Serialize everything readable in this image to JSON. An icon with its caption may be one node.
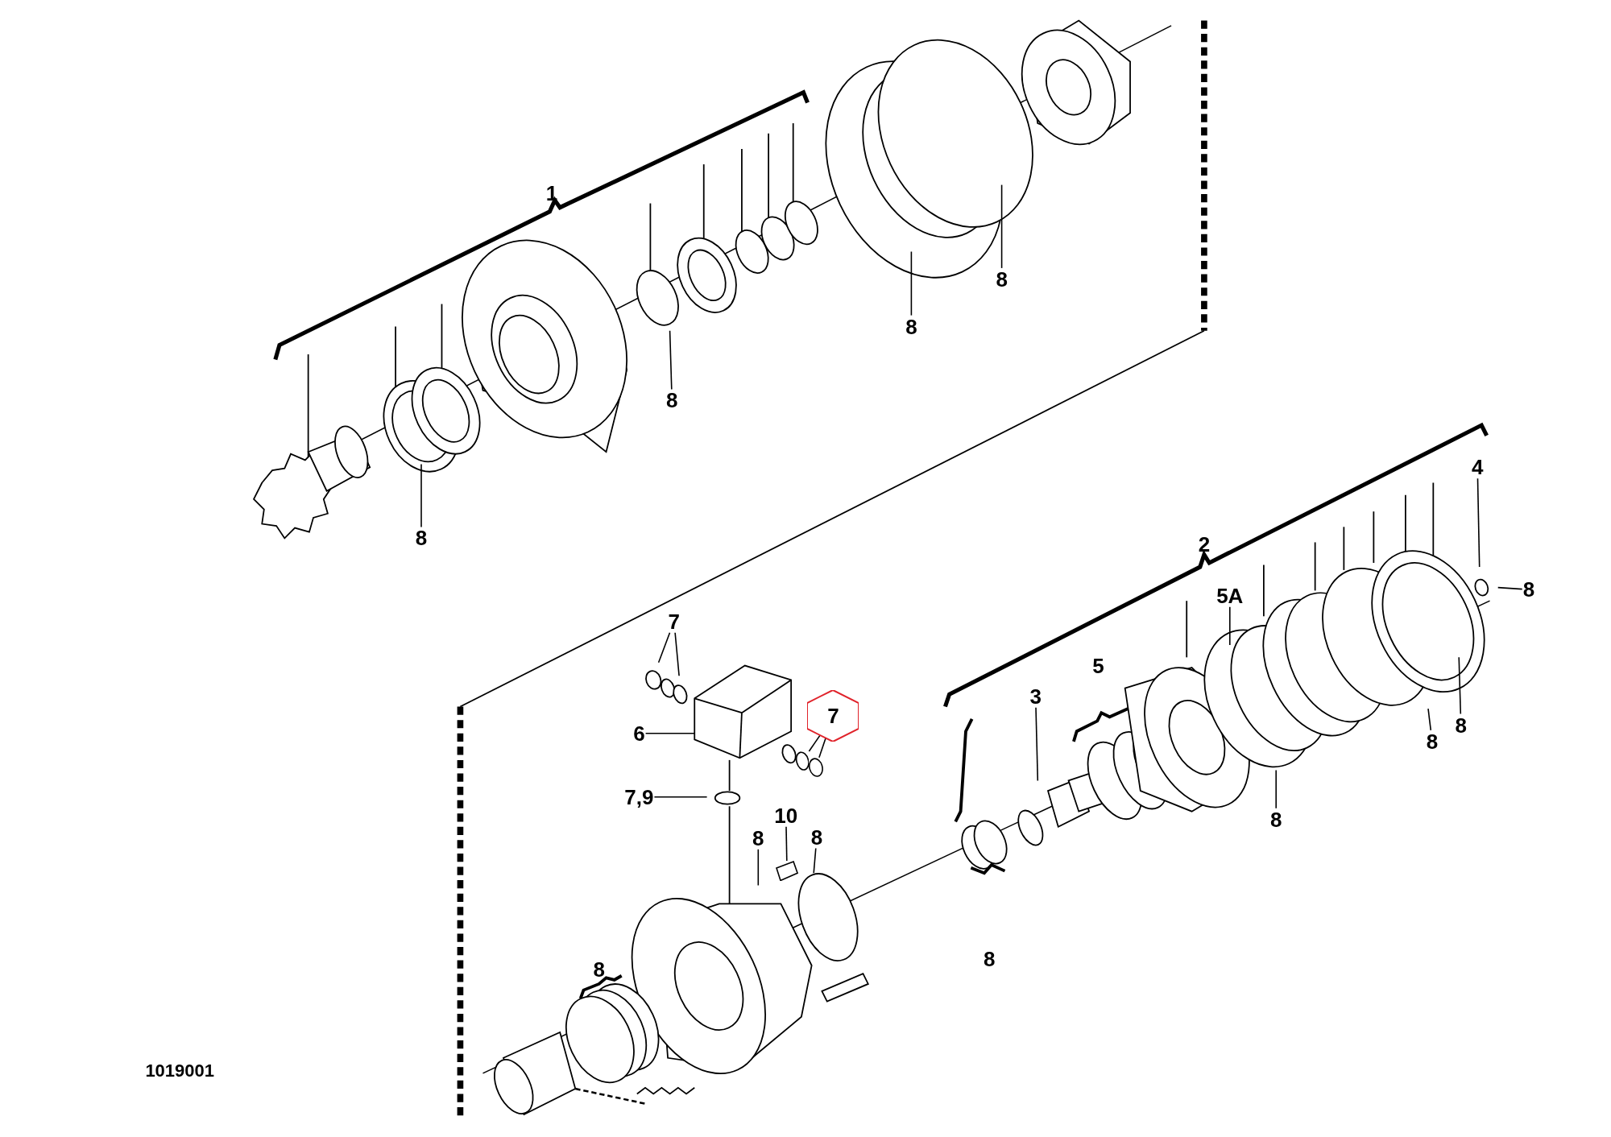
{
  "diagram": {
    "nodes": [
      {
        "text": [
          "8"
        ]
      },
      {
        "text": [
          "8"
        ]
      },
      {
        "text": [
          "8"
        ]
      },
      {
        "text": [
          "8"
        ]
      },
      {
        "text": [
          "4"
        ]
      },
      {
        "text": [
          "5A"
        ]
      },
      {
        "text": [
          "8"
        ]
      },
      {
        "text": [
          "7"
        ]
      },
      {
        "text": [
          "3"
        ]
      },
      {
        "text": [
          "7"
        ]
      },
      {
        "text": [
          "6"
        ]
      },
      {
        "text": [
          "8"
        ]
      },
      {
        "text": [
          "8"
        ]
      },
      {
        "text": [
          "7,9"
        ]
      },
      {
        "text": [
          "10"
        ]
      },
      {
        "text": [
          "8"
        ]
      },
      {
        "text": [
          "8"
        ]
      },
      {
        "text": [
          "8"
        ]
      },
      {
        "text": [],
        "shape": "circle"
      },
      {
        "text": [],
        "shape": "circle"
      },
      {
        "text": [],
        "shape": "box"
      }
    ],
    "edges": [
      {
        "from": 0,
        "to": null,
        "arrow": "none"
      },
      {
        "from": 1,
        "to": null,
        "arrow": "none"
      },
      {
        "from": 2,
        "to": null,
        "arrow": "none"
      },
      {
        "from": 3,
        "to": null,
        "arrow": "none"
      },
      {
        "from": 4,
        "to": null,
        "arrow": "none"
      },
      {
        "from": 5,
        "to": null,
        "arrow": "none"
      },
      {
        "from": 6,
        "to": null,
        "arrow": "none"
      },
      {
        "from": 7,
        "to": null,
        "arrow": "none"
      },
      {
        "from": 7,
        "to": null,
        "arrow": "none"
      },
      {
        "from": 8,
        "to": null,
        "arrow": "none"
      },
      {
        "from": 9,
        "to": 18,
        "arrow": "none"
      },
      {
        "from": 9,
        "to": 19,
        "arrow": "none"
      },
      {
        "from": 10,
        "to": null,
        "arrow": "none"
      },
      {
        "from": 11,
        "to": null,
        "arrow": "none"
      },
      {
        "from": 12,
        "to": null,
        "arrow": "none"
      },
      {
        "from": 13,
        "to": null,
        "arrow": "none"
      },
      {
        "from": 14,
        "to": 20,
        "arrow": "none"
      },
      {
        "from": 15,
        "to": null,
        "arrow": "none"
      },
      {
        "from": 16,
        "to": null,
        "arrow": "none"
      },
      {
        "from": 17,
        "to": null,
        "arrow": "none"
      }
    ],
    "labels": [
      "1",
      "2",
      "5",
      "8",
      "8",
      "1019001"
    ]
  }
}
